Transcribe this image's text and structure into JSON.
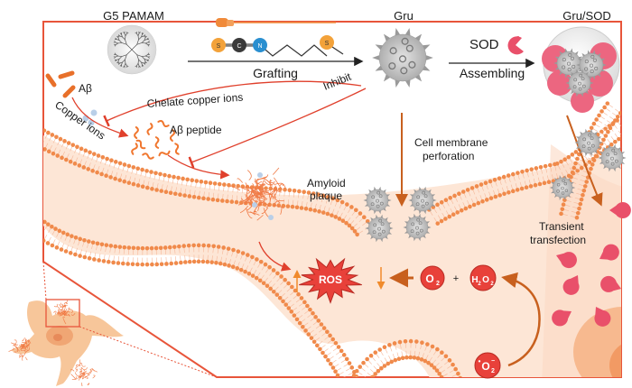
{
  "colors": {
    "frame": "#e8553a",
    "cytoplasm": "#fde6d6",
    "lipid_head": "#f08a4b",
    "lipid_tail": "#f6b89a",
    "arrow_red": "#e0402c",
    "arrow_brown": "#c8601e",
    "ros_fill": "#e8413a",
    "molecule_fill": "#e8413a",
    "sod_pink": "#e9506a",
    "nanoparticle_gray": "#b9b9b9",
    "amyloid": "#f07a45",
    "copper_ion": "#b9cfe8",
    "atom_s": "#f3a23a",
    "atom_c": "#3a3a3a",
    "atom_n": "#2a8fd0",
    "neuron": "#f7c69a"
  },
  "labels": {
    "g5_pamam": "G5 PAMAM",
    "grafting": "Grafting",
    "gru": "Gru",
    "sod": "SOD",
    "assembling": "Assembling",
    "gru_sod": "Gru/SOD",
    "abeta": "Aβ",
    "copper_ions": "Copper ions",
    "chelate_copper_ions": "Chelate copper ions",
    "inhibit": "Inhibit",
    "abeta_peptide": "Aβ peptide",
    "cell_membrane_line1": "Cell membrane",
    "cell_membrane_line2": "perforation",
    "amyloid_line1": "Amyloid",
    "amyloid_line2": "plaque",
    "transient_line1": "Transient",
    "transient_line2": "transfection",
    "ros": "ROS",
    "plus": "+"
  },
  "molecule": {
    "atoms": [
      "S",
      "C",
      "N",
      "S"
    ]
  },
  "species": {
    "o2": "O",
    "o2_sub": "2",
    "h2o2_h": "H",
    "h2o2_sub1": "2",
    "h2o2_o": "O",
    "h2o2_sub2": "2",
    "superoxide_dot": "•",
    "superoxide_o": "O",
    "superoxide_sub": "2",
    "superoxide_sup": "−"
  }
}
